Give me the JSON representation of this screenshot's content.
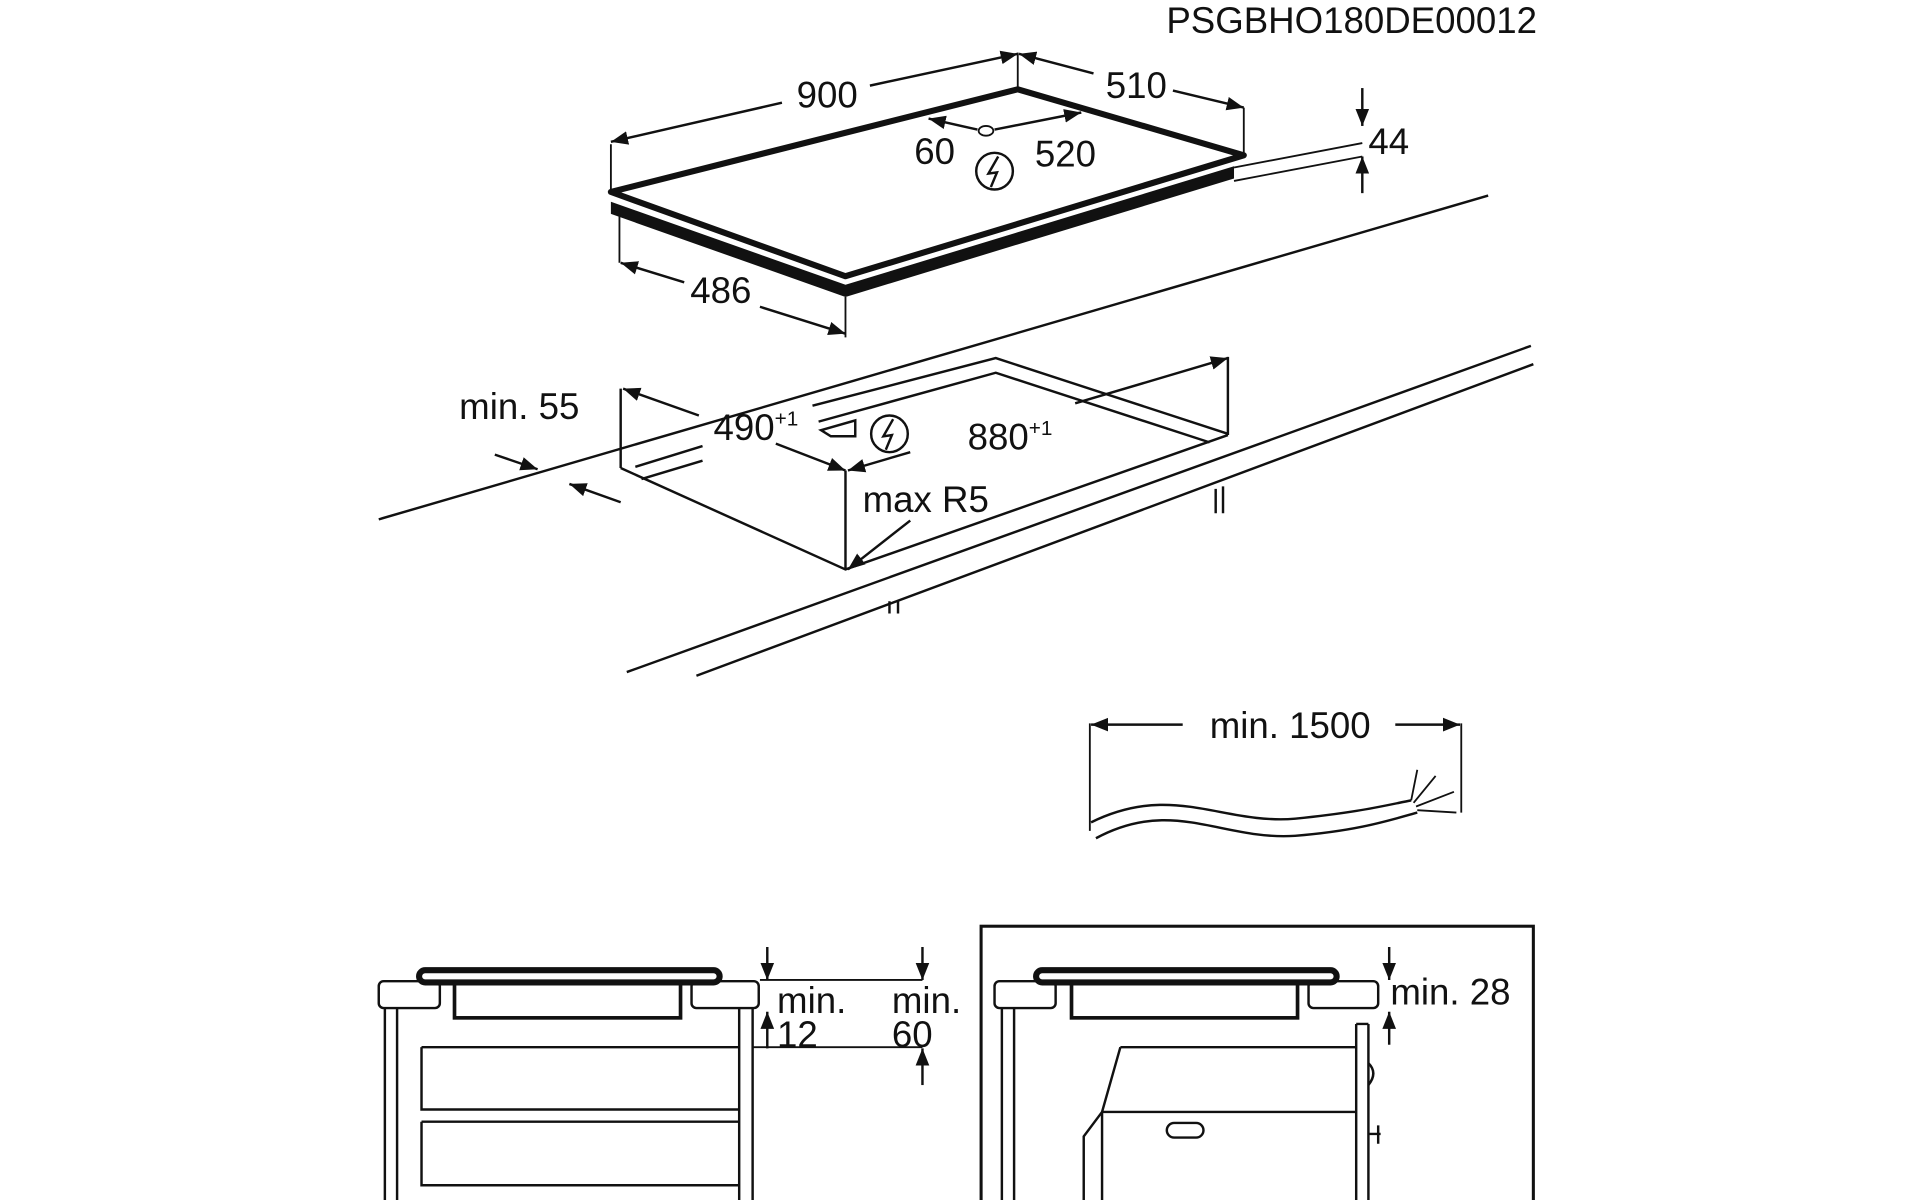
{
  "drawing_code": "PSGBHO180DE00012",
  "hob": {
    "width": "900",
    "depth": "510",
    "height": "44",
    "body_depth": "486",
    "connection_offset_left": "60",
    "connection_offset_right": "520"
  },
  "cutout": {
    "min_edge_distance": "min. 55",
    "depth": "490",
    "depth_tolerance": "+1",
    "width": "880",
    "width_tolerance": "+1",
    "corner_radius": "max R5"
  },
  "cable": {
    "min_length": "min. 1500"
  },
  "side_views": {
    "drawer_gap_label": "min.",
    "drawer_gap_value": "12",
    "drawer_clearance_label": "min.",
    "drawer_clearance_value": "60",
    "oven_clearance": "min. 28"
  },
  "colors": {
    "line": "#111111",
    "background": "#ffffff"
  }
}
